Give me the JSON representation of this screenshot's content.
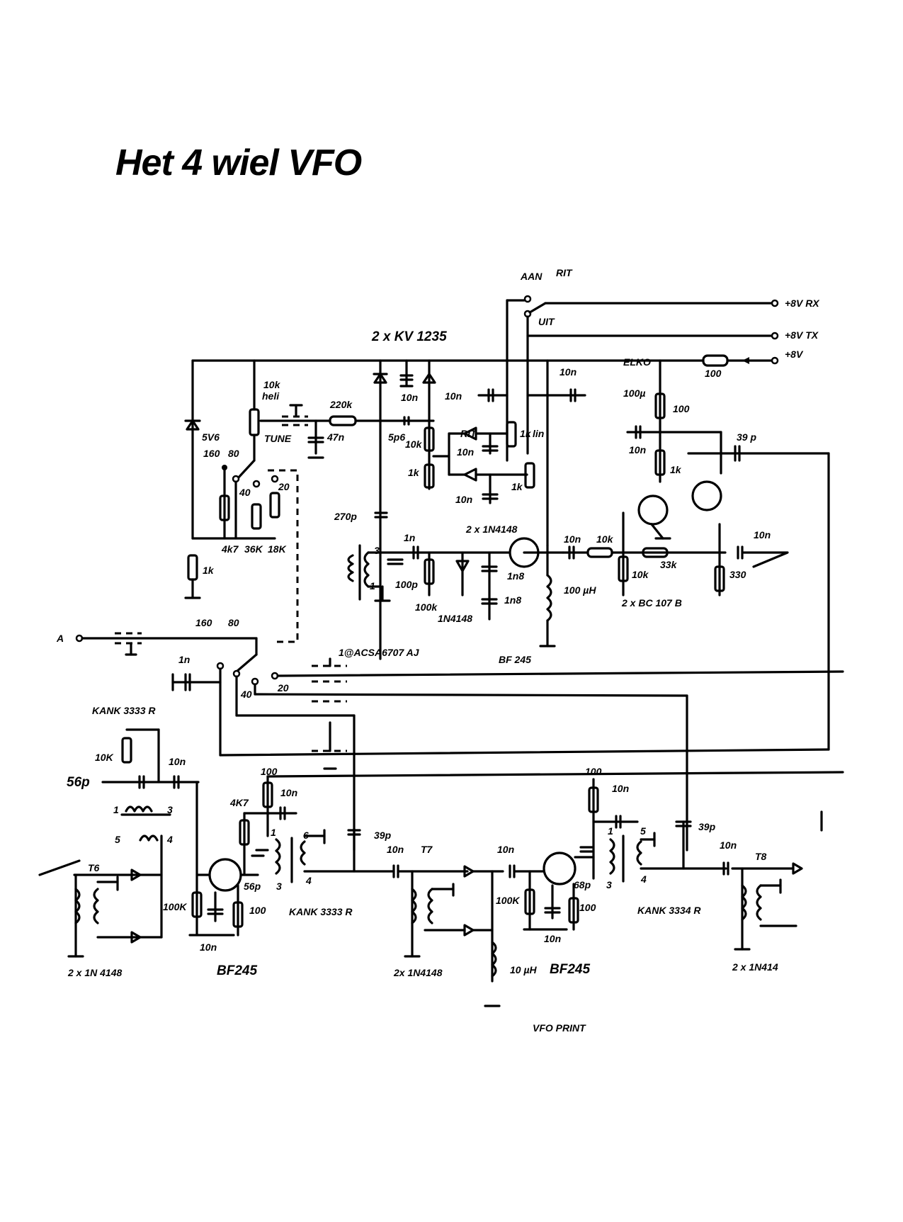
{
  "title": "Het 4 wiel VFO",
  "supply": {
    "rit_switch_label": "RIT",
    "aan_label": "AAN",
    "uit_label": "UIT",
    "rx": "+8V RX",
    "tx": "+8V TX",
    "v8": "+8V",
    "r_supply": "100",
    "elko_label": "ELKO",
    "elko_value": "100µ"
  },
  "tuning": {
    "varicap": "2 x KV 1235",
    "pot_10k": "10k",
    "pot_helix": "heli",
    "tune": "TUNE",
    "r_220k": "220k",
    "c_47n": "47n",
    "c_10n_top": "10n",
    "c_5p6": "5p6",
    "zener": "5V6",
    "r_10k_div": "10k",
    "r_1k_div": "1k",
    "c_270p": "270p",
    "band_160": "160",
    "band_80": "80",
    "band_40": "40",
    "band_20": "20",
    "r_4k7": "4k7",
    "r_36k": "36K",
    "r_18k": "18K",
    "r_1k_base": "1k"
  },
  "rit": {
    "label": "RIT",
    "pot_1k_a": "1k",
    "pot_lin": "lin",
    "pot_1k_b": "1k",
    "c_10n_a": "10n",
    "c_10n_b": "10n",
    "c_10n_c": "10n",
    "c_10n_d": "10n",
    "diodes": "2 x 1N4148"
  },
  "oscillator": {
    "c_1n": "1n",
    "c_100p": "100p",
    "r_100k": "100k",
    "diode": "1N4148",
    "c_1n8_a": "1n8",
    "c_1n8_b": "1n8",
    "choke": "100 µH",
    "fet": "BF 245",
    "pin3": "3",
    "pin1": "1"
  },
  "buffer": {
    "c_10n_in": "10n",
    "r_10k_in": "10k",
    "r_10k_gnd": "10k",
    "r_33k": "33k",
    "r_330": "330",
    "c_10n_out": "10n",
    "r_100": "100",
    "r_1k": "1k",
    "c_10n_dec": "10n",
    "c_39p": "39 p",
    "transistors": "2 x BC 107 B"
  },
  "switch": {
    "a_label": "A",
    "band_160": "160",
    "band_80": "80",
    "band_40": "40",
    "band_20": "20",
    "c_1n": "1n",
    "relay": "1@ACSA6707 AJ"
  },
  "mixer1": {
    "coil": "KANK 3333 R",
    "r_10k": "10K",
    "c_56p": "56p",
    "c_10n": "10n",
    "pins": [
      "1",
      "3",
      "5",
      "4"
    ],
    "t6": "T6",
    "r_100k": "100K",
    "diodes": "2 x 1N 4148",
    "c_10n_src": "10n",
    "fet": "BF245",
    "r_100_top": "100",
    "c_10n_dec": "10n",
    "r_4k7": "4K7",
    "c_56p_tank": "56p",
    "r_100_src": "100",
    "coil_out": "KANK 3333 R",
    "pin1": "1",
    "pin3": "3",
    "pin6": "6",
    "pin4": "4"
  },
  "mixer2": {
    "c_39p": "39p",
    "c_10n": "10n",
    "t7": "T7",
    "c_10n_b": "10n",
    "r_100k": "100K",
    "diodes": "2x 1N4148",
    "choke": "10 µH",
    "fet": "BF245",
    "c_10n_src": "10n",
    "r_100_src": "100",
    "c_68p": "68p",
    "r_100_top": "100",
    "c_10n_dec": "10n",
    "coil": "KANK 3334 R",
    "pin1": "1",
    "pin3": "3",
    "pin5": "5",
    "pin4": "4"
  },
  "output": {
    "c_39p": "39p",
    "c_10n": "10n",
    "t8": "T8",
    "diodes": "2 x 1N414"
  },
  "footer_label": "VFO PRINT"
}
